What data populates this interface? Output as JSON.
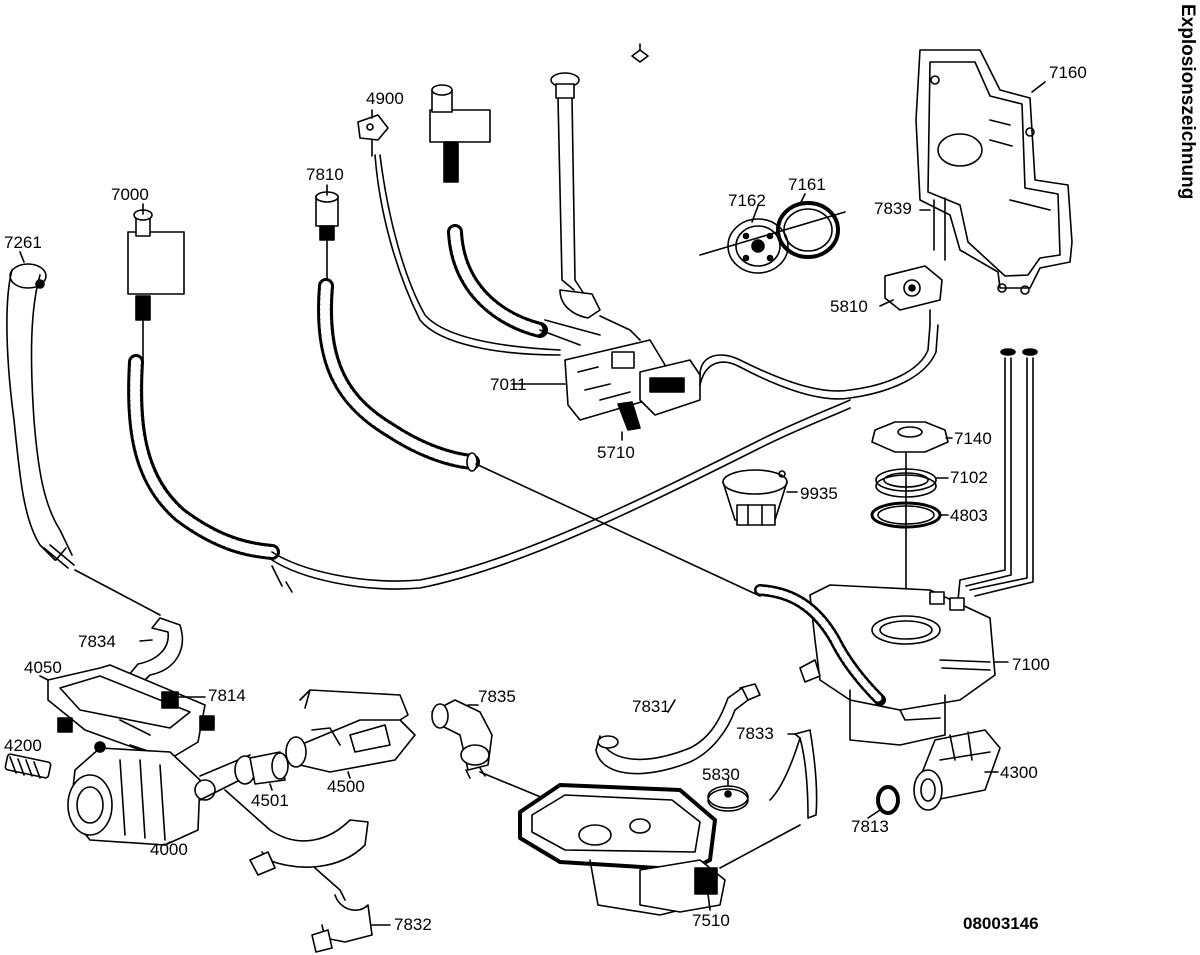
{
  "diagram": {
    "title": "Explosionszeichnung",
    "document_number": "08003146",
    "part_labels": {
      "p7261": "7261",
      "p7000": "7000",
      "p7810": "7810",
      "p4900": "4900",
      "p7011": "7011",
      "p5710": "5710",
      "p7162": "7162",
      "p7161": "7161",
      "p7160": "7160",
      "p7839": "7839",
      "p5810": "5810",
      "p7140": "7140",
      "p7102": "7102",
      "p9935": "9935",
      "p4803": "4803",
      "p7100": "7100",
      "p7834": "7834",
      "p4050": "4050",
      "p7814": "7814",
      "p4200": "4200",
      "p4501": "4501",
      "p4500": "4500",
      "p4000": "4000",
      "p7835": "7835",
      "p7831": "7831",
      "p7833": "7833",
      "p5830": "5830",
      "p4300": "4300",
      "p7813": "7813",
      "p7832": "7832",
      "p7510": "7510"
    }
  }
}
